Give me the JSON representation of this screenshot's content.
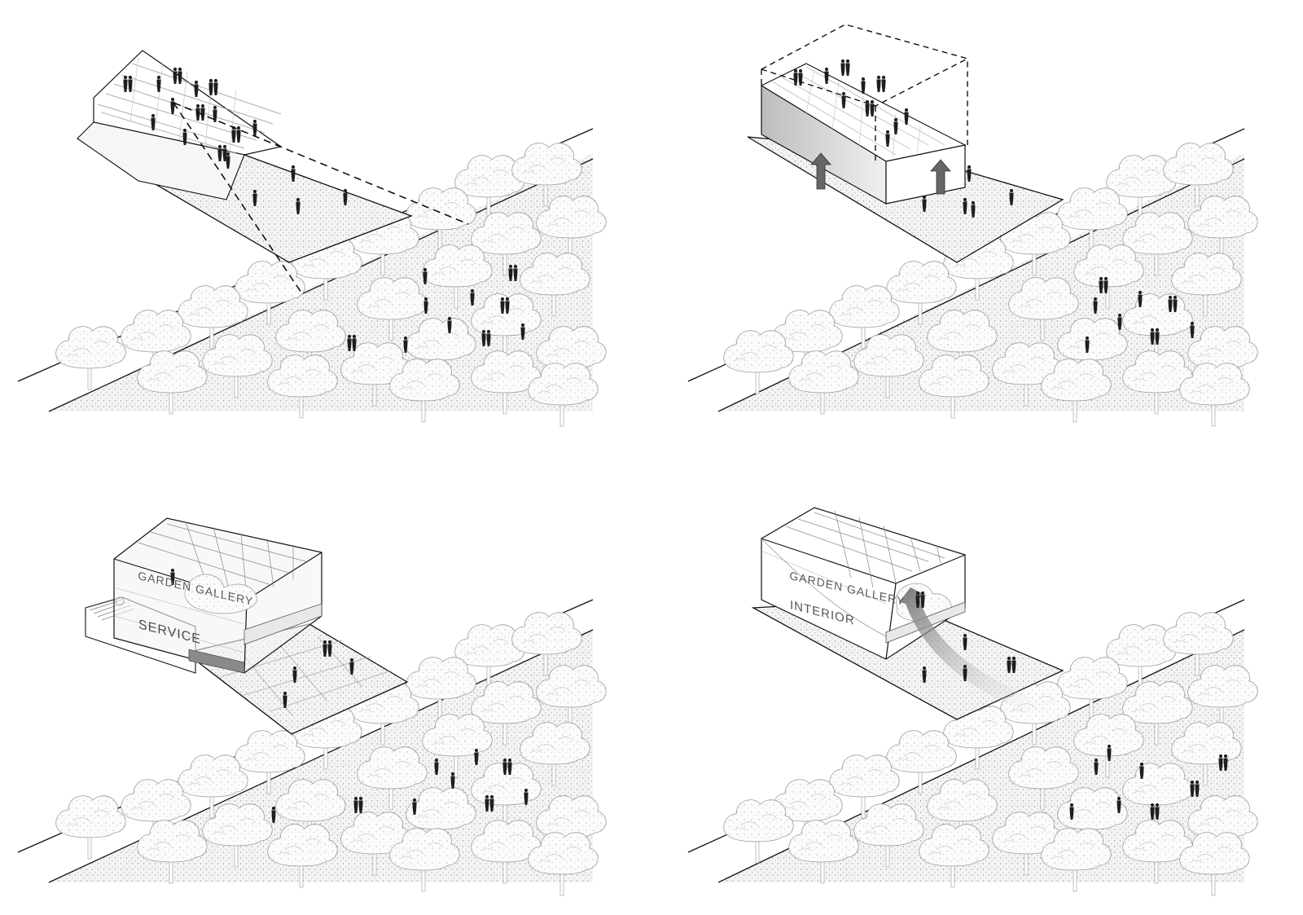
{
  "labels": {
    "garden_gallery_3": "GARDEN GALLERY",
    "service": "SERVICE",
    "garden_gallery_4": "GARDEN GALLERY",
    "interior": "INTERIOR"
  }
}
